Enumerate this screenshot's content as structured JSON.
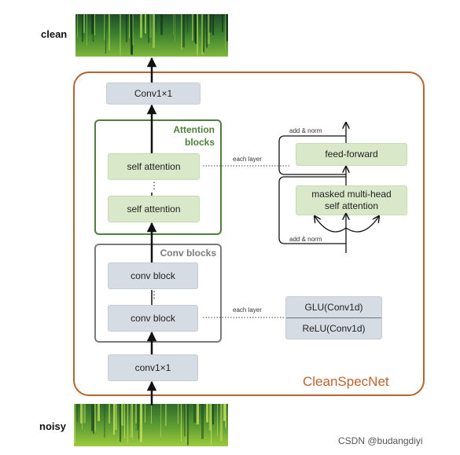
{
  "labels": {
    "clean": "clean",
    "noisy": "noisy"
  },
  "model_name": "CleanSpecNet",
  "top_conv": "Conv1×1",
  "bottom_conv": "conv1×1",
  "attention": {
    "title_line1": "Attention",
    "title_line2": "blocks",
    "blocks": [
      "self attention",
      "self attention"
    ],
    "ellipsis": "⋮"
  },
  "conv": {
    "title": "Conv  blocks",
    "blocks": [
      "conv block",
      "conv block"
    ],
    "ellipsis": "⋮"
  },
  "attention_detail": {
    "each_layer": "each layer",
    "add_norm_top": "add & norm",
    "feed_forward": "feed-forward",
    "mha_line1": "masked multi-head",
    "mha_line2": "self attention",
    "add_norm_bottom": "add & norm"
  },
  "conv_detail": {
    "each_layer": "each layer",
    "glu": "GLU(Conv1d)",
    "relu": "ReLU(Conv1d)"
  },
  "watermark": "CSDN @budangdiyi",
  "colors": {
    "outer_border": "#b8622c",
    "attention_border": "#4f7f3a",
    "conv_border": "#7b7b7b",
    "grey_box": "#d5dce4",
    "green_box": "#d8e8c8",
    "brand_text": "#c0622c"
  }
}
